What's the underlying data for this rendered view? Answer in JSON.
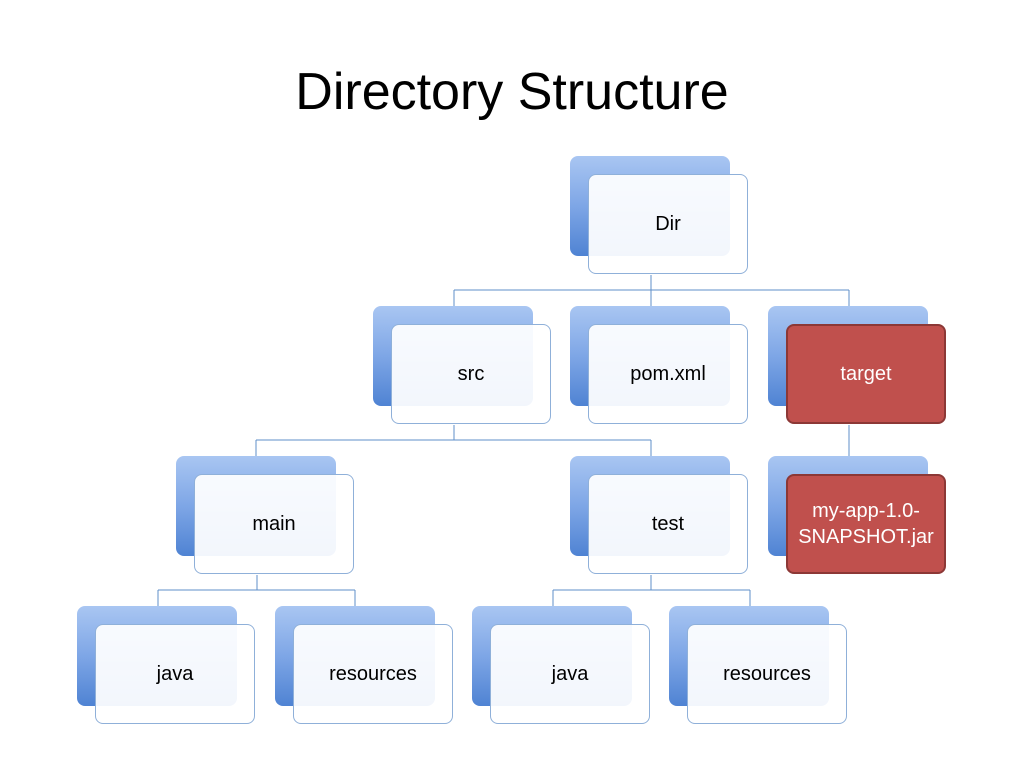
{
  "title": "Directory Structure",
  "colors": {
    "node_back": "#7ea6e6",
    "node_front": "#ffffff",
    "node_border": "#8fb0d9",
    "highlight_fill": "#c0504d",
    "highlight_border": "#8c3836",
    "connector": "#5f8fc8"
  },
  "nodes": {
    "dir": "Dir",
    "src": "src",
    "pom": "pom.xml",
    "target": "target",
    "jar": "my-app-1.0-SNAPSHOT.jar",
    "main": "main",
    "test": "test",
    "main_java": "java",
    "main_resources": "resources",
    "test_java": "java",
    "test_resources": "resources"
  }
}
